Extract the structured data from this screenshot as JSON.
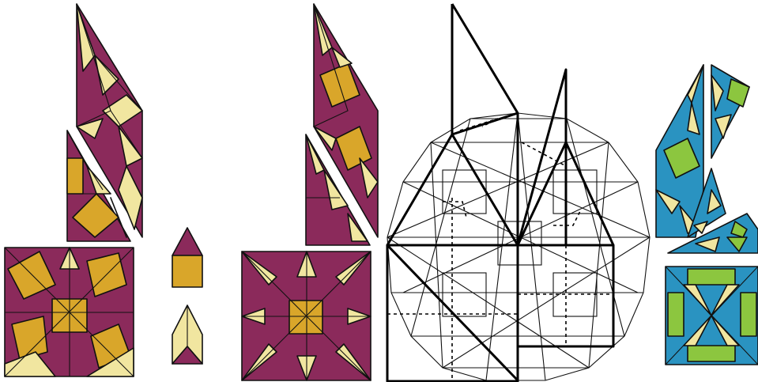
{
  "colors": {
    "background": "#ffffff",
    "outline": "#111111",
    "set_a": {
      "purple": "#8b2a5b",
      "yellow": "#f1e6a0",
      "gold": "#d9a62a"
    },
    "set_b": {
      "blue": "#2a93c1",
      "yellow": "#f1e6a0",
      "green": "#8cc63f"
    }
  },
  "panels": {
    "left": "pieces-gold-purple",
    "middle": "pieces-gold-purple-yellow",
    "center": "line-dissection-drawing",
    "right": "pieces-blue-green-yellow"
  }
}
